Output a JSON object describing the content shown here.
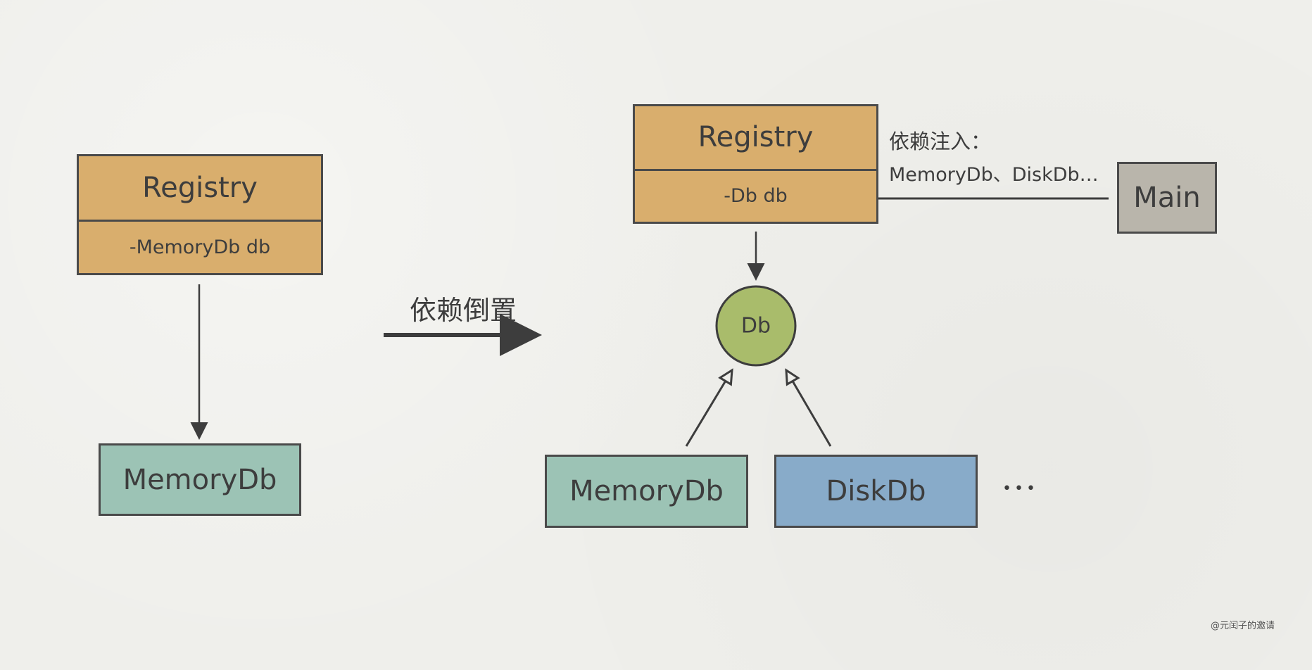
{
  "colors": {
    "registry": "#d9ae6d",
    "memorydb": "#9cc3b5",
    "diskdb": "#88abc9",
    "db_interface": "#a9bc6b",
    "main": "#b9b5ab",
    "stroke": "#3d3d3d"
  },
  "left": {
    "registry": {
      "title": "Registry",
      "field": "-MemoryDb db"
    },
    "memorydb": {
      "label": "MemoryDb"
    }
  },
  "transition": {
    "label": "依赖倒置"
  },
  "right": {
    "registry": {
      "title": "Registry",
      "field": "-Db db"
    },
    "injection_note": {
      "line1": "依赖注入：",
      "line2": "MemoryDb、DiskDb…"
    },
    "main": {
      "label": "Main"
    },
    "db_interface": {
      "label": "Db"
    },
    "implementations": [
      {
        "label": "MemoryDb"
      },
      {
        "label": "DiskDb"
      }
    ],
    "more": "•••"
  },
  "watermark": "@元闰子的邀请"
}
